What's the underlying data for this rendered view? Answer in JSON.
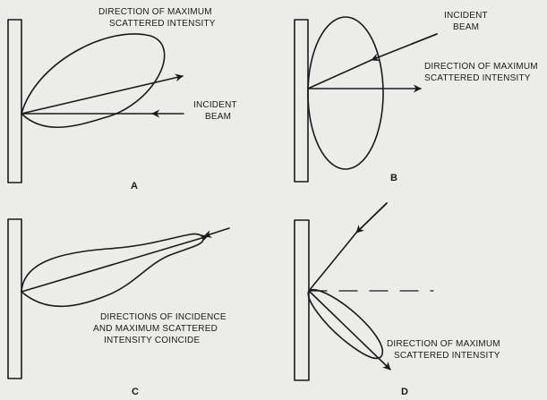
{
  "panels": {
    "a": {
      "letter": "A",
      "max_line1": "DIRECTION OF MAXIMUM",
      "max_line2": "SCATTERED INTENSITY",
      "incident_line1": "INCIDENT",
      "incident_line2": "BEAM"
    },
    "b": {
      "letter": "B",
      "incident_line1": "INCIDENT",
      "incident_line2": "BEAM",
      "max_line1": "DIRECTION OF MAXIMUM",
      "max_line2": "SCATTERED INTENSITY"
    },
    "c": {
      "letter": "C",
      "note_line1": "DIRECTIONS OF INCIDENCE",
      "note_line2": "AND MAXIMUM SCATTERED",
      "note_line3": "INTENSITY COINCIDE"
    },
    "d": {
      "letter": "D",
      "max_line1": "DIRECTION OF MAXIMUM",
      "max_line2": "SCATTERED INTENSITY"
    }
  }
}
